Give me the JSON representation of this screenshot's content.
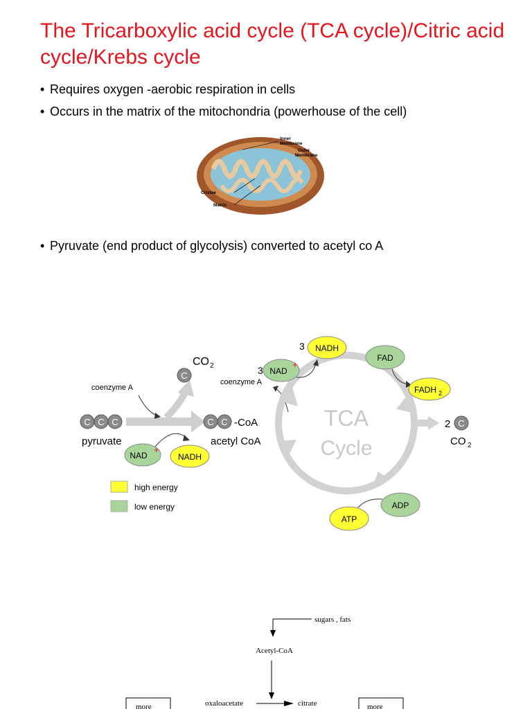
{
  "title": "The Tricarboxylic acid cycle (TCA cycle)/Citric acid cycle/Krebs cycle",
  "bullets": [
    "Requires oxygen -aerobic respiration in cells",
    "Occurs  in the matrix of the mitochondria (powerhouse of the cell)",
    "Pyruvate (end product of glycolysis)  converted to acetyl co A"
  ],
  "mitochondrion": {
    "inner_line1": "Inner",
    "inner_line2": "Membrane",
    "outer_line1": "Outer",
    "outer_line2": "Membrane",
    "cristae": "Cristae",
    "matrix": "Matrix"
  },
  "tca_diagram": {
    "co2_top": "CO",
    "c": "C",
    "coenzyme_a_left": "coenzyme A",
    "coenzyme_a_right": "coenzyme A",
    "pyruvate": "pyruvate",
    "acetyl_coa": "acetyl CoA",
    "coa_suffix": "-CoA",
    "nad": "NAD",
    "plus": "+",
    "nadh": "NADH",
    "three_a": "3",
    "three_b": "3",
    "fad": "FAD",
    "fadh": "FADH",
    "two": "2",
    "co2_right": "CO",
    "sub2": "2",
    "cycle_line1": "TCA",
    "cycle_line2": "Cycle",
    "adp": "ADP",
    "atp": "ATP",
    "legend_high": "high energy",
    "legend_low": "low energy",
    "colors": {
      "high": "#ffff33",
      "low": "#a9d49a",
      "arrow": "#cfcfcf",
      "carbon": "#8a8a8a"
    }
  },
  "flow_diagram": {
    "sugars_fats": "sugars , fats",
    "acetyl_coa": "Acetyl-CoA",
    "oxaloacetate": "oxaloacetate",
    "citrate": "citrate",
    "more_left": "more",
    "more_right": "more"
  }
}
